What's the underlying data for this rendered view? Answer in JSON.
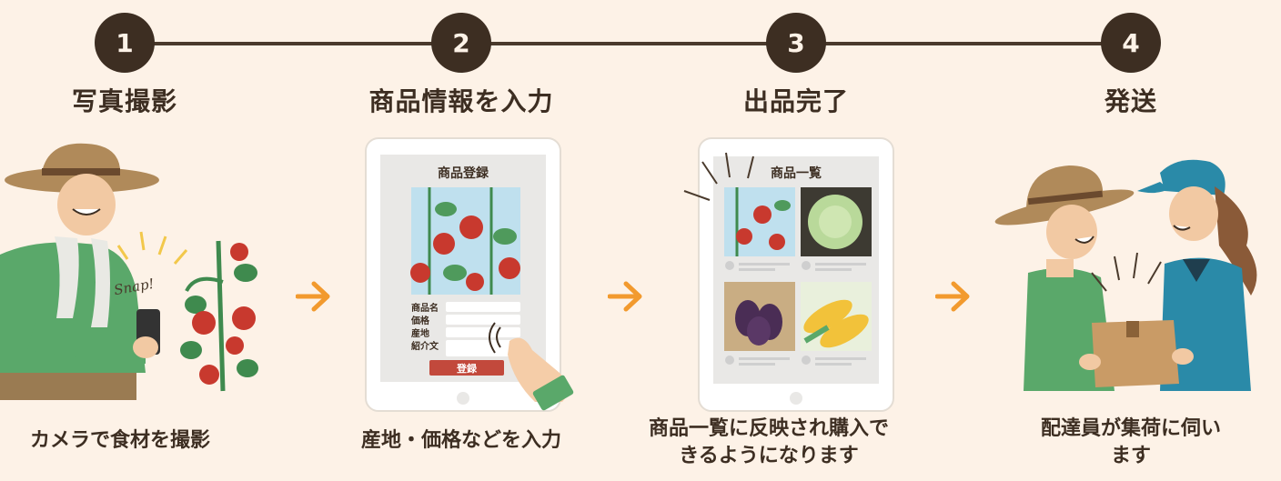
{
  "steps": [
    {
      "number": "1",
      "title": "写真撮影",
      "caption": "カメラで食材を撮影"
    },
    {
      "number": "2",
      "title": "商品情報を入力",
      "caption": "産地・価格などを入力"
    },
    {
      "number": "3",
      "title": "出品完了",
      "caption": "商品一覧に反映され購入できるようになります"
    },
    {
      "number": "4",
      "title": "発送",
      "caption": "配達員が集荷に伺います"
    }
  ],
  "illustrations": {
    "snap_text": "Snap!",
    "form": {
      "title": "商品登録",
      "fields": [
        "商品名",
        "価格",
        "産地",
        "紹介文"
      ],
      "submit_label": "登録"
    },
    "list": {
      "title": "商品一覧"
    }
  },
  "colors": {
    "background": "#fdf2e7",
    "dark": "#3d2e22",
    "arrow": "#f29a2e",
    "accent_red": "#c2493c"
  }
}
